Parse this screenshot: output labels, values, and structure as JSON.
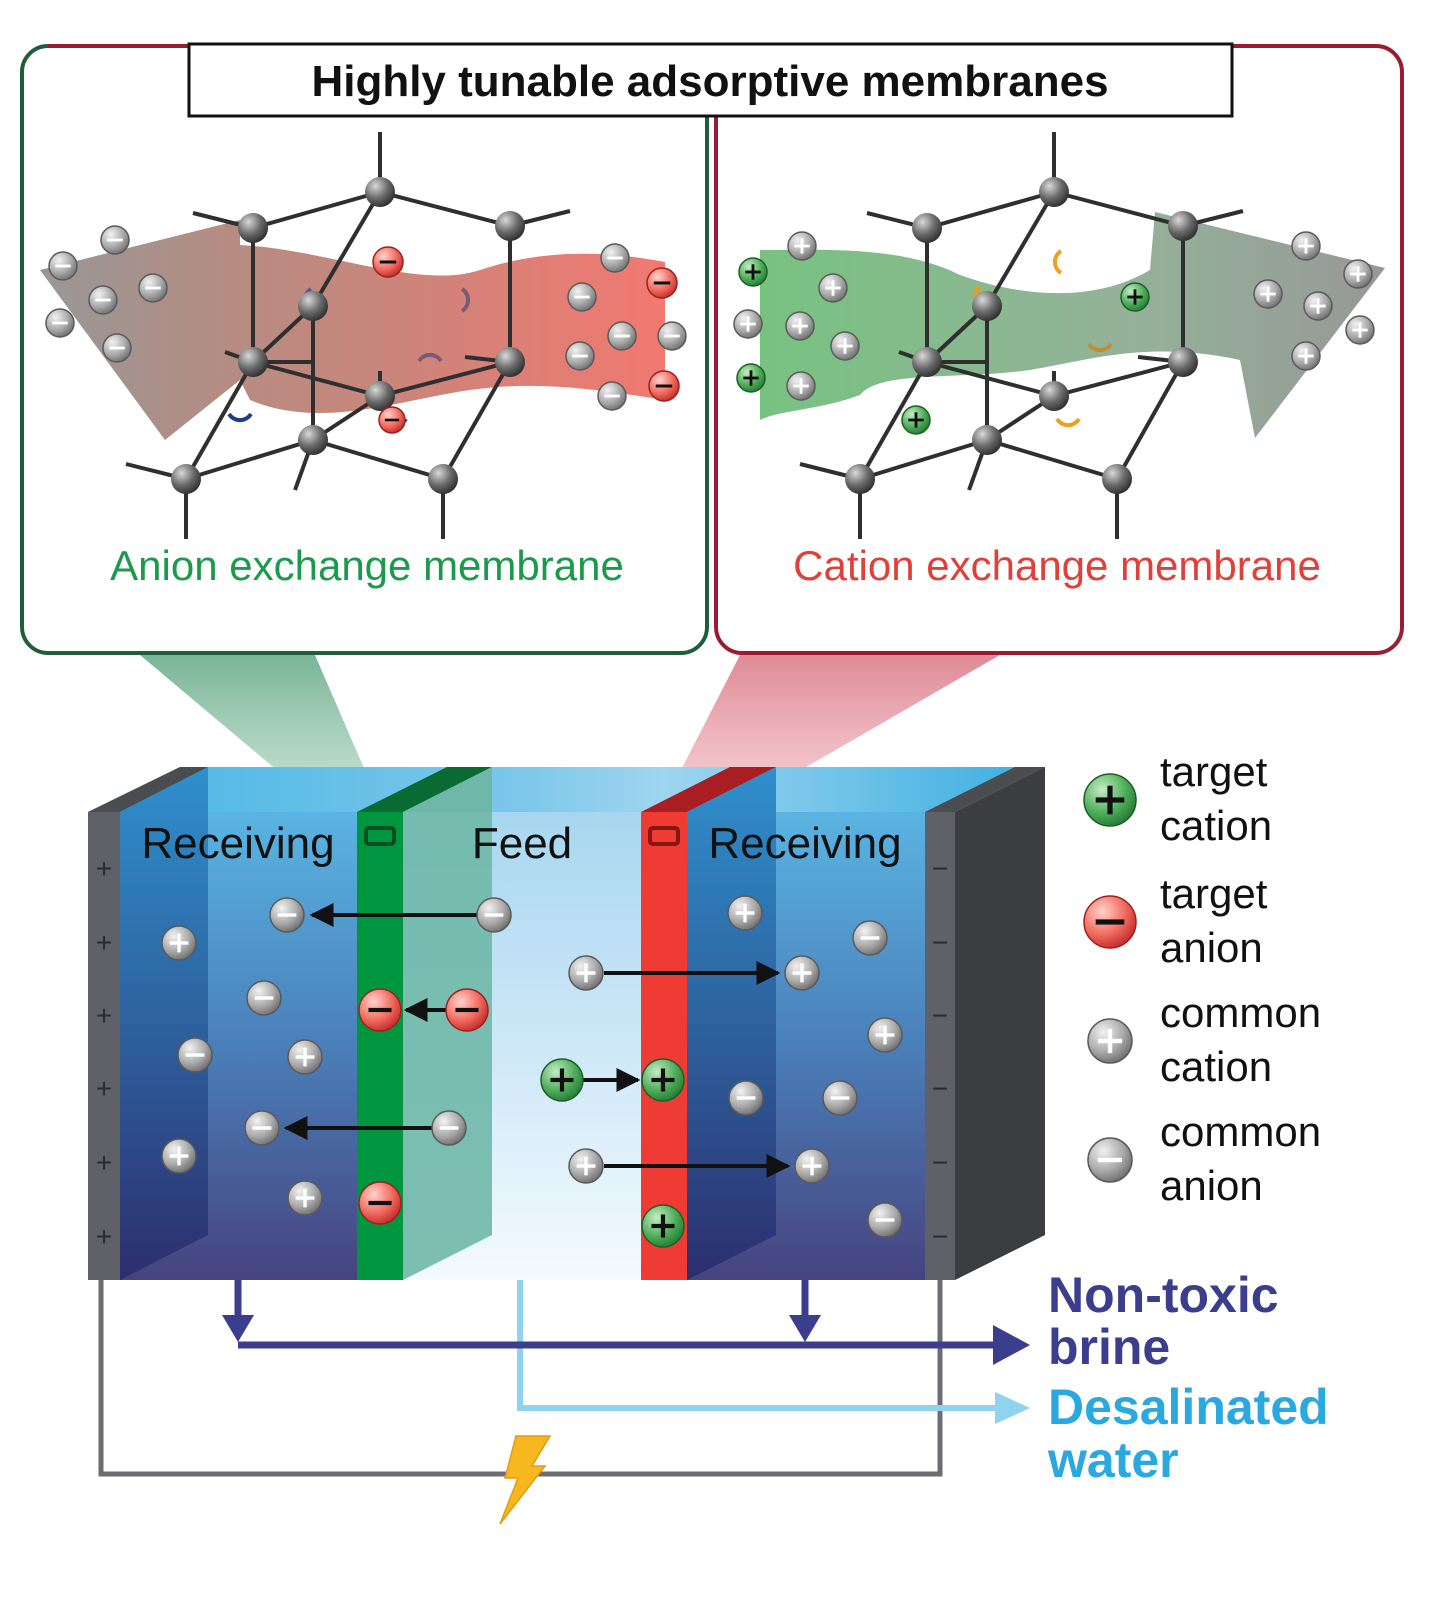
{
  "title": "Highly tunable adsorptive membranes",
  "panels": {
    "anion": {
      "label": "Anion exchange membrane"
    },
    "cation": {
      "label": "Cation exchange membrane"
    }
  },
  "cell": {
    "left_label": "Receiving",
    "center_label": "Feed",
    "right_label": "Receiving",
    "anode_sign": "+",
    "cathode_sign": "−"
  },
  "legend": [
    {
      "kind": "target-cation",
      "sign": "+",
      "line1": "target",
      "line2": "cation"
    },
    {
      "kind": "target-anion",
      "sign": "−",
      "line1": "target",
      "line2": "anion"
    },
    {
      "kind": "common-cation",
      "sign": "+",
      "line1": "common",
      "line2": "cation"
    },
    {
      "kind": "common-anion",
      "sign": "−",
      "line1": "common",
      "line2": "anion"
    }
  ],
  "outputs": {
    "brine_line1": "Non-toxic",
    "brine_line2": "brine",
    "water_line1": "Desalinated",
    "water_line2": "water"
  },
  "colors": {
    "anion_membrane": "#00963f",
    "cation_membrane": "#ee3b33",
    "anion_frame": "#1f5e3a",
    "cation_frame": "#9b1b30",
    "anion_text": "#1a9a4a",
    "cation_text": "#e0403a",
    "brine": "#3a3e8c",
    "water": "#2aa8df",
    "water_pipe": "#8fd3f0",
    "electrode": "#5f6166",
    "circuit": "#6b6d72"
  }
}
